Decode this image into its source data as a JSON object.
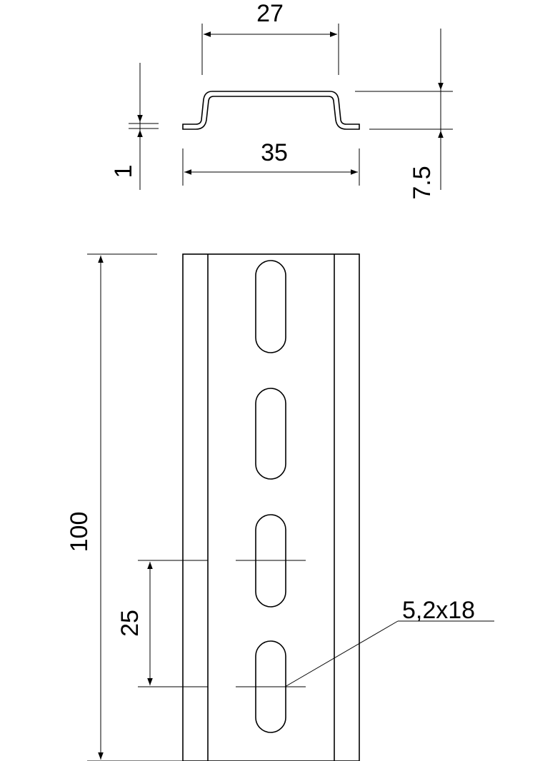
{
  "dimensions": {
    "top_width": "27",
    "bottom_width": "35",
    "thickness": "1",
    "height": "7.5",
    "length": "100",
    "slot_pitch": "25",
    "slot_size": "5,2x18"
  },
  "colors": {
    "line": "#000000",
    "background": "#ffffff"
  }
}
